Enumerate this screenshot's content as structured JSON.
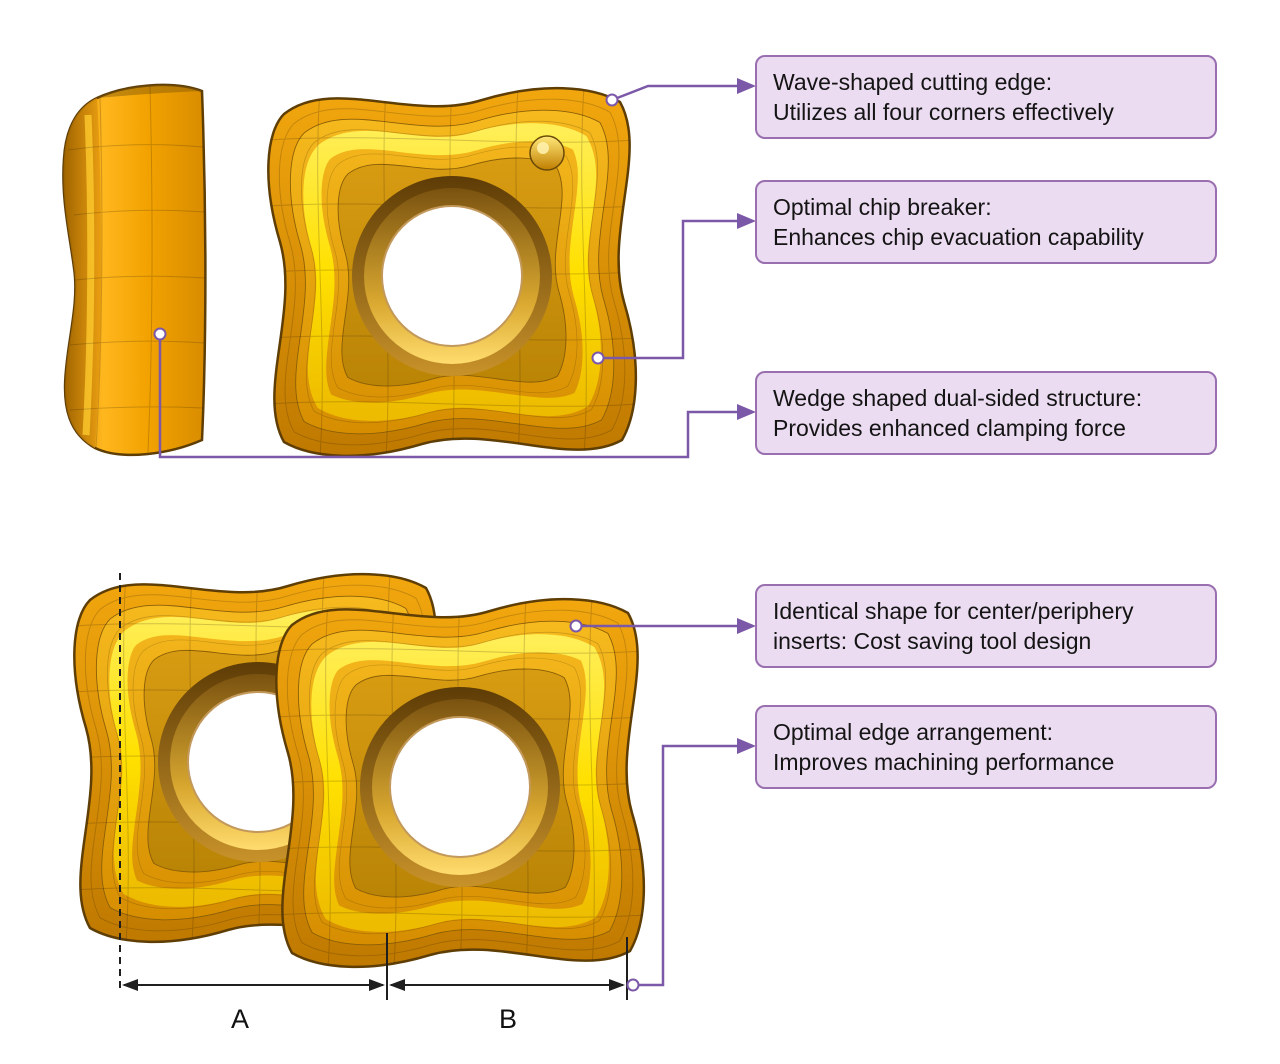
{
  "callouts": [
    {
      "id": "wave-cutting-edge",
      "text": "Wave-shaped cutting edge:\nUtilizes all four corners effectively"
    },
    {
      "id": "chip-breaker",
      "text": "Optimal chip breaker:\nEnhances chip evacuation capability"
    },
    {
      "id": "dual-sided-structure",
      "text": "Wedge shaped dual-sided structure:\nProvides enhanced clamping force"
    },
    {
      "id": "identical-shape",
      "text": "Identical shape for center/periphery\ninserts: Cost saving tool design"
    },
    {
      "id": "edge-arrangement",
      "text": "Optimal edge arrangement:\nImproves machining performance"
    }
  ],
  "dimensions": {
    "a_label": "A",
    "b_label": "B"
  },
  "colors": {
    "callout_background": "#EBDCF1",
    "callout_border": "#9A6FB0",
    "connector": "#7C58A8",
    "insert_gold": "#E89C0C",
    "insert_highlight": "#FFE100",
    "insert_shadow": "#8A5A00",
    "dimension_line": "#1F1F1F"
  }
}
